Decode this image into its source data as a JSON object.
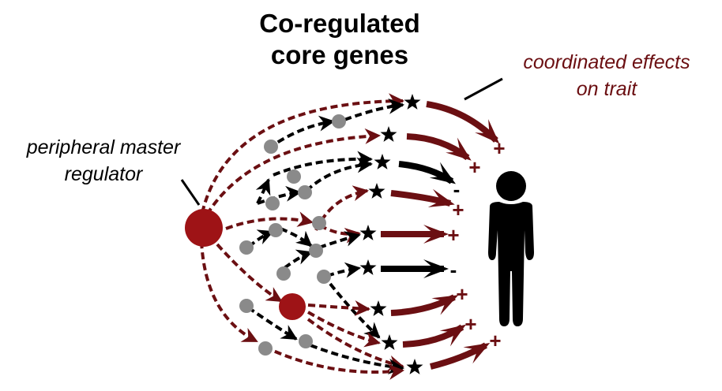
{
  "title": {
    "line1": "Co-regulated",
    "line2": "core genes"
  },
  "labels": {
    "master_regulator_line1": "peripheral master",
    "master_regulator_line2": "regulator",
    "effects_line1": "coordinated effects",
    "effects_line2": "on trait"
  },
  "colors": {
    "dark_red": "#6b0f12",
    "master_red": "#9e1316",
    "gene_gray": "#8a8a8a",
    "black": "#000000"
  },
  "core_gene_effects": [
    {
      "sign": "+",
      "color": "dark_red"
    },
    {
      "sign": "+",
      "color": "dark_red"
    },
    {
      "sign": "-",
      "color": "black"
    },
    {
      "sign": "+",
      "color": "dark_red"
    },
    {
      "sign": "+",
      "color": "dark_red"
    },
    {
      "sign": "-",
      "color": "black"
    },
    {
      "sign": "+",
      "color": "dark_red"
    },
    {
      "sign": "+",
      "color": "dark_red"
    },
    {
      "sign": "+",
      "color": "dark_red"
    }
  ],
  "icons": {
    "trait": "person-icon",
    "core_gene": "star-icon",
    "peripheral_gene": "circle-node",
    "master_regulator": "circle-node-large"
  }
}
